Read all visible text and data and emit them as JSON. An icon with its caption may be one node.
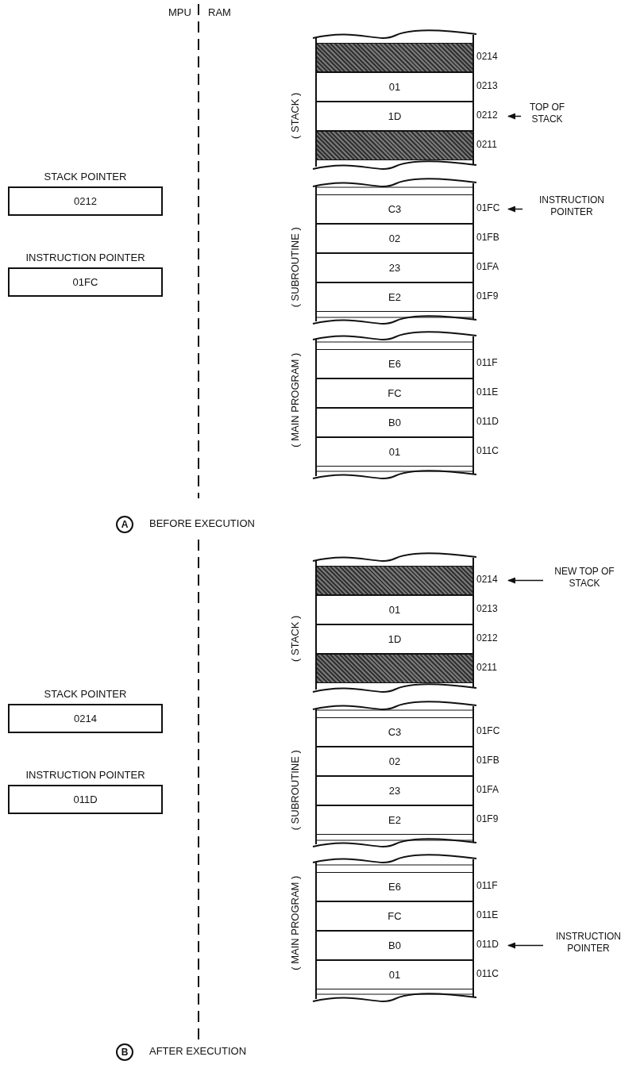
{
  "diagram": {
    "nodes": [
      {
        "text": [
          "STACK POINTER",
          "0212"
        ]
      },
      {
        "text": [
          "INSTRUCTION POINTER",
          "01FC"
        ]
      },
      {
        "text": [],
        "shape": "box",
        "beside": [
          "0214"
        ]
      },
      {
        "text": [
          "01"
        ],
        "beside": [
          "0213"
        ]
      },
      {
        "text": [
          "1D"
        ],
        "beside": [
          "0212"
        ]
      },
      {
        "text": [],
        "shape": "box",
        "beside": [
          "0211"
        ]
      },
      {
        "text": [
          "C3"
        ],
        "beside": [
          "01FC"
        ]
      },
      {
        "text": [
          "02"
        ],
        "beside": [
          "01FB"
        ]
      },
      {
        "text": [
          "23"
        ],
        "beside": [
          "01FA"
        ]
      },
      {
        "text": [
          "E2"
        ],
        "beside": [
          "01F9"
        ]
      },
      {
        "text": [
          "E6"
        ],
        "beside": [
          "011F"
        ]
      },
      {
        "text": [
          "FC"
        ],
        "beside": [
          "011E"
        ]
      },
      {
        "text": [
          "B0"
        ],
        "beside": [
          "011D"
        ]
      },
      {
        "text": [
          "01"
        ],
        "beside": [
          "011C"
        ]
      },
      {
        "text": [
          "TOP OF STACK"
        ]
      },
      {
        "text": [
          "INSTRUCTION POINTER"
        ]
      },
      {
        "text": [
          "STACK POINTER",
          "0214"
        ]
      },
      {
        "text": [
          "INSTRUCTION POINTER",
          "011D"
        ]
      },
      {
        "text": [],
        "shape": "box",
        "beside": [
          "0214"
        ]
      },
      {
        "text": [
          "01"
        ],
        "beside": [
          "0213"
        ]
      },
      {
        "text": [
          "1D"
        ],
        "beside": [
          "0212"
        ]
      },
      {
        "text": [],
        "shape": "box",
        "beside": [
          "0211"
        ]
      },
      {
        "text": [
          "C3"
        ],
        "beside": [
          "01FC"
        ]
      },
      {
        "text": [
          "02"
        ],
        "beside": [
          "01FB"
        ]
      },
      {
        "text": [
          "23"
        ],
        "beside": [
          "01FA"
        ]
      },
      {
        "text": [
          "E2"
        ],
        "beside": [
          "01F9"
        ]
      },
      {
        "text": [
          "E6"
        ],
        "beside": [
          "011F"
        ]
      },
      {
        "text": [
          "FC"
        ],
        "beside": [
          "011E"
        ]
      },
      {
        "text": [
          "B0"
        ],
        "beside": [
          "011D"
        ]
      },
      {
        "text": [
          "01"
        ],
        "beside": [
          "011C"
        ]
      },
      {
        "text": [
          "NEW TOP OF STACK"
        ]
      },
      {
        "text": [
          "INSTRUCTION POINTER"
        ]
      }
    ],
    "edges": [
      {
        "from": 14,
        "to": 4,
        "arrow": "to"
      },
      {
        "from": 15,
        "to": 6,
        "arrow": "to"
      },
      {
        "from": 30,
        "to": 18,
        "arrow": "to"
      },
      {
        "from": 31,
        "to": 28,
        "arrow": "to"
      }
    ],
    "labels": [
      "MPU",
      "RAM",
      "( STACK )",
      "( SUBROUTINE )",
      "( MAIN PROGRAM )",
      "A",
      "BEFORE EXECUTION",
      "( STACK )",
      "( SUBROUTINE )",
      "( MAIN PROGRAM )",
      "B",
      "AFTER EXECUTION"
    ]
  }
}
